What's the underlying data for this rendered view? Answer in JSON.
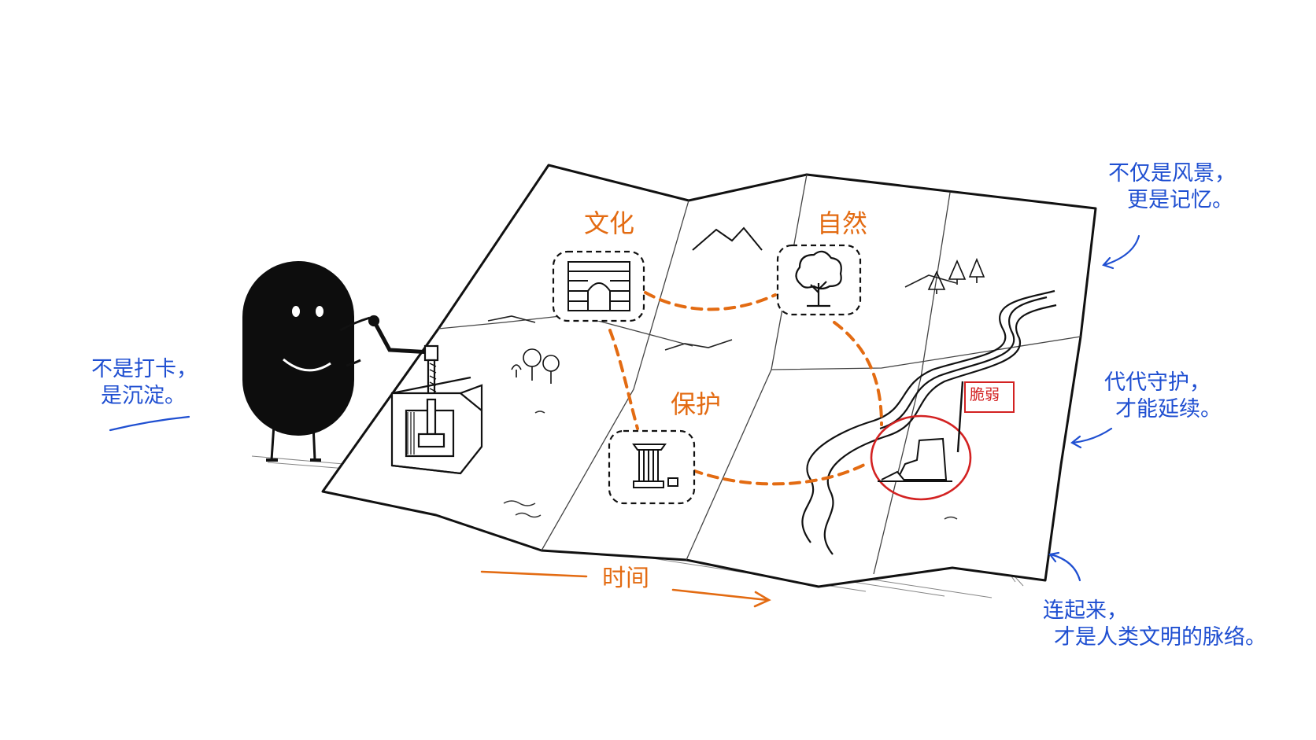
{
  "map": {
    "nodes": {
      "culture": "文化",
      "nature": "自然",
      "protection": "保护"
    },
    "flag_label": "脆弱",
    "time_label": "时间"
  },
  "annotations": {
    "left": [
      "不是打卡，",
      "是沉淀。"
    ],
    "top_right": [
      "不仅是风景，",
      "更是记忆。"
    ],
    "middle_right": [
      "代代守护，",
      "才能延续。"
    ],
    "bottom_right": [
      "连起来，",
      "才是人类文明的脉络。"
    ]
  },
  "colors": {
    "accent_orange": "#e36b12",
    "note_blue": "#1f4fd1",
    "alert_red": "#d32222",
    "ink": "#111111"
  }
}
